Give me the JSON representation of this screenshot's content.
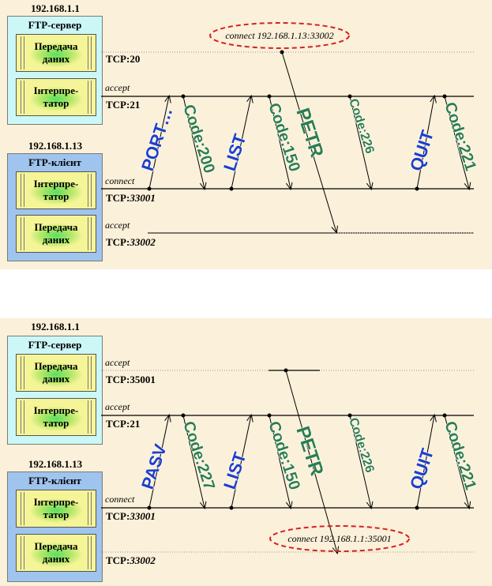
{
  "active": {
    "server_ip": "192.168.1.1",
    "server_title": "FTP-сервер",
    "server_data_module": "Передача даних",
    "server_interp_module": "Інтерпре-татор",
    "server_data_port": "TCP:20",
    "server_ctrl_accept": "accept",
    "server_ctrl_port": "TCP:21",
    "client_ip": "192.168.1.13",
    "client_title": "FTP-клієнт",
    "client_interp_module": "Інтерпре-татор",
    "client_data_module": "Передача даних",
    "client_ctrl_connect": "connect",
    "client_ctrl_port_prefix": "TCP:",
    "client_ctrl_port_num": "33001",
    "client_data_accept": "accept",
    "client_data_port_prefix": "TCP:",
    "client_data_port_num": "33002",
    "connect_note": "connect 192.168.1.13:33002",
    "commands": {
      "port": "PORT…",
      "code200": "Code:200",
      "list": "LIST",
      "code150": "Code:150",
      "petr": "PETR",
      "code226": "Code:226",
      "quit": "QUIT",
      "code221": "Code:221"
    }
  },
  "passive": {
    "server_ip": "192.168.1.1",
    "server_title": "FTP-сервер",
    "server_data_module": "Передача даних",
    "server_interp_module": "Інтерпре-татор",
    "server_data_accept": "accept",
    "server_data_port": "TCP:35001",
    "server_ctrl_accept": "accept",
    "server_ctrl_port": "TCP:21",
    "client_ip": "192.168.1.13",
    "client_title": "FTP-клієнт",
    "client_interp_module": "Інтерпре-татор",
    "client_data_module": "Передача даних",
    "client_ctrl_connect": "connect",
    "client_ctrl_port_prefix": "TCP:",
    "client_ctrl_port_num": "33001",
    "client_data_port_prefix": "TCP:",
    "client_data_port_num": "33002",
    "connect_note": "connect 192.168.1.1:35001",
    "commands": {
      "pasv": "PASV",
      "code227": "Code:227",
      "list": "LIST",
      "code150": "Code:150",
      "petr": "PETR",
      "code226": "Code:226",
      "quit": "QUIT",
      "code221": "Code:221"
    }
  },
  "colors": {
    "panel_bg": "#fbf0d9",
    "server_box": "#ccf7f7",
    "client_box": "#9fc4ee",
    "command_blue": "#1e3fc8",
    "response_green": "#2e7d4f",
    "ellipse_red": "#d62222"
  }
}
